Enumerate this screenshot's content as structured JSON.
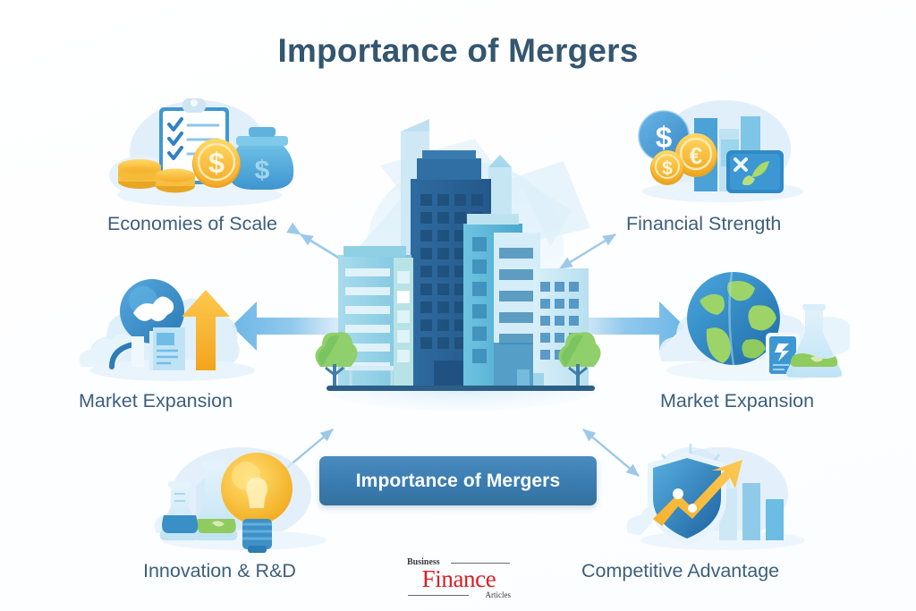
{
  "page": {
    "title": "Importance of Mergers",
    "background_color": "#ffffff",
    "title_color": "#34566f",
    "label_color": "#3c5f7c",
    "accent_blue": "#3a7cb0",
    "accent_orange": "#f7b731",
    "accent_green": "#9fd468"
  },
  "center": {
    "banner_label": "Importance of Mergers",
    "banner_color": "#3a7cb0",
    "illustration": "city-buildings-icon"
  },
  "nodes": [
    {
      "id": "economies-of-scale",
      "label": "Economies of Scale",
      "position": "top-left",
      "icon": "clipboard-checklist-coins-moneybag-icon"
    },
    {
      "id": "financial-strength",
      "label": "Financial Strength",
      "position": "top-right",
      "icon": "dollar-euro-coins-barchart-calculator-icon"
    },
    {
      "id": "market-expansion-left",
      "label": "Market Expansion",
      "position": "middle-left",
      "icon": "magnifier-map-uparrow-documents-icon"
    },
    {
      "id": "market-expansion-right",
      "label": "Market Expansion",
      "position": "middle-right",
      "icon": "globe-flask-phone-icon"
    },
    {
      "id": "innovation-rd",
      "label": "Innovation & R&D",
      "position": "bottom-left",
      "icon": "flasks-lightbulb-icon"
    },
    {
      "id": "competitive-advantage",
      "label": "Competitive Advantage",
      "position": "bottom-right",
      "icon": "shield-growth-arrow-barchart-icon"
    }
  ],
  "logo": {
    "line1": "Business",
    "line2": "Finance",
    "line3": "Articles",
    "accent_color": "#d81f26"
  }
}
